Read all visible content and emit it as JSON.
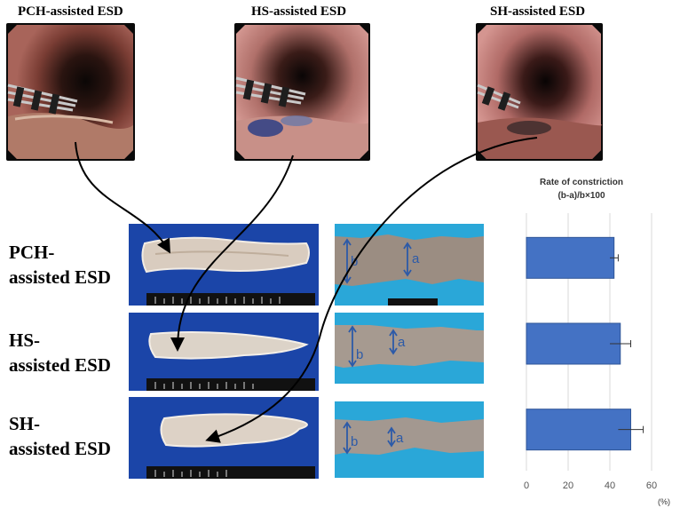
{
  "endoscopy": {
    "titles": [
      "PCH-assisted ESD",
      "HS-assisted ESD",
      "SH-assisted ESD"
    ]
  },
  "rows": {
    "labels": [
      [
        "PCH-",
        "assisted ESD"
      ],
      [
        "HS-",
        "assisted ESD"
      ],
      [
        "SH-",
        "assisted ESD"
      ]
    ]
  },
  "specimen_markers": {
    "a": "a",
    "b": "b"
  },
  "chart_data": {
    "type": "bar",
    "orientation": "horizontal",
    "title": "Rate of constriction",
    "subtitle": "(b-a)/b×100",
    "categories": [
      "PCH-assisted ESD",
      "HS-assisted ESD",
      "SH-assisted ESD"
    ],
    "values": [
      42,
      45,
      50
    ],
    "errors": [
      2,
      5,
      6
    ],
    "xlim": [
      0,
      60
    ],
    "xticks": [
      0,
      20,
      40,
      60
    ],
    "xunit": "(%)",
    "grid": true,
    "bar_color": "#4472C4"
  },
  "colors": {
    "blue_background": "#1b45a8",
    "arrow": "#000000"
  }
}
